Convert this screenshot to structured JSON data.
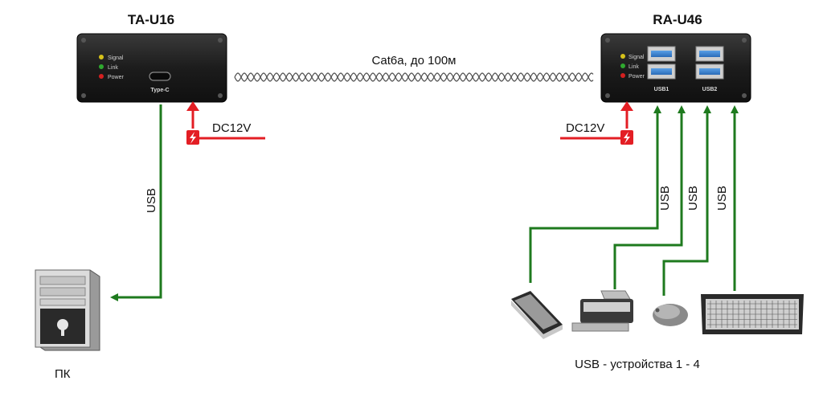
{
  "transmitter": {
    "title": "TA-U16",
    "leds": [
      "Signal",
      "Link",
      "Power"
    ],
    "port_label": "Type-C",
    "power_label": "DC12V",
    "usb_label": "USB"
  },
  "receiver": {
    "title": "RA-U46",
    "leds": [
      "Signal",
      "Link",
      "Power"
    ],
    "port_labels": [
      "USB1",
      "USB2"
    ],
    "power_label": "DC12V",
    "usb_labels": [
      "USB",
      "USB",
      "USB"
    ]
  },
  "cable": {
    "label": "Cat6a, до 100м"
  },
  "pc": {
    "label": "ПК"
  },
  "devices": {
    "label": "USB - устройства 1 - 4",
    "items": [
      "scanner-icon",
      "printer-icon",
      "mouse-icon",
      "keyboard-icon"
    ]
  },
  "colors": {
    "green_line": "#1e7a1e",
    "red_power": "#e31e24",
    "box": "#1a1a1a",
    "led_signal": "#d6c21a",
    "led_link": "#2fa82f",
    "led_power": "#d42020"
  }
}
